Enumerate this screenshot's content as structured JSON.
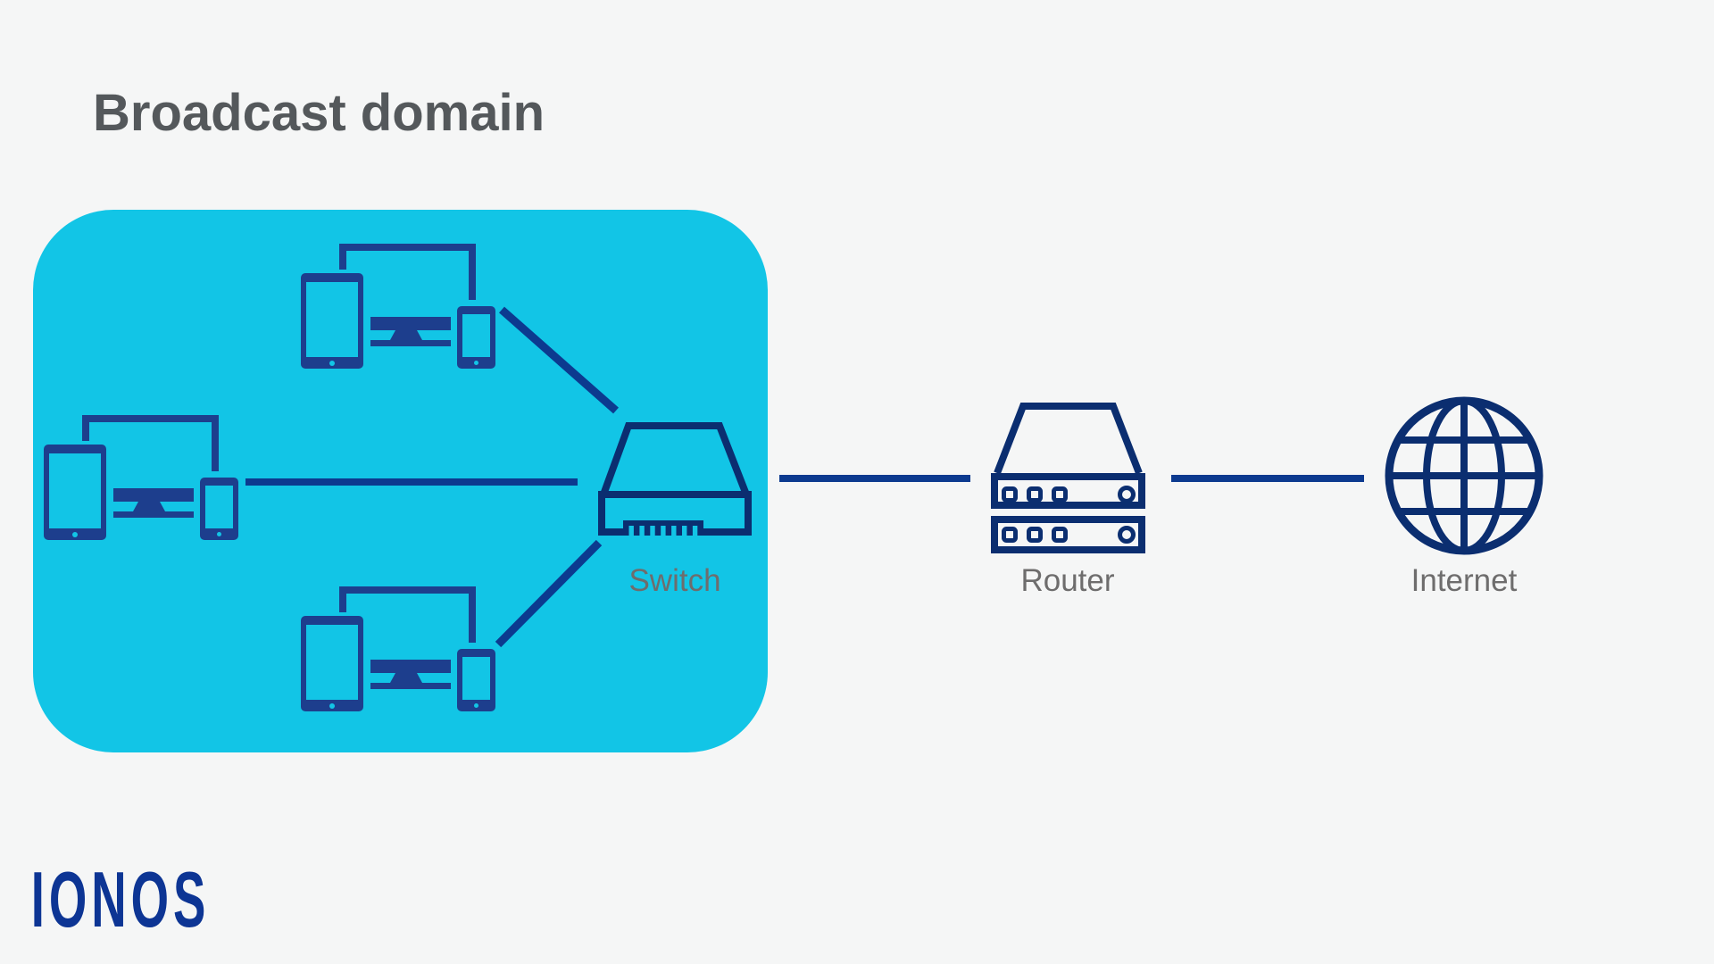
{
  "title": {
    "text": "Broadcast domain",
    "color": "#54585b"
  },
  "broadcast_domain_region": {
    "shape": "rounded-rectangle",
    "fill_color": "#12c5e6",
    "contains": [
      "device-cluster-top",
      "device-cluster-left",
      "device-cluster-bottom",
      "switch"
    ]
  },
  "clusters": [
    {
      "name": "device-cluster-top",
      "devices": [
        "tablet-icon",
        "desktop-monitor-icon",
        "smartphone-icon"
      ]
    },
    {
      "name": "device-cluster-left",
      "devices": [
        "tablet-icon",
        "desktop-monitor-icon",
        "smartphone-icon"
      ]
    },
    {
      "name": "device-cluster-bottom",
      "devices": [
        "tablet-icon",
        "desktop-monitor-icon",
        "smartphone-icon"
      ]
    }
  ],
  "nodes": {
    "switch": {
      "label": "Switch",
      "icon": "network-switch-icon"
    },
    "router": {
      "label": "Router",
      "icon": "router-icon"
    },
    "internet": {
      "label": "Internet",
      "icon": "globe-icon"
    }
  },
  "connections": [
    {
      "from": "device-cluster-top",
      "to": "switch"
    },
    {
      "from": "device-cluster-left",
      "to": "switch"
    },
    {
      "from": "device-cluster-bottom",
      "to": "switch"
    },
    {
      "from": "switch",
      "to": "router"
    },
    {
      "from": "router",
      "to": "internet"
    }
  ],
  "logo": {
    "text": "IONOS",
    "color": "#0d3594"
  },
  "colors": {
    "background": "#f5f6f6",
    "domain_fill": "#12c5e6",
    "device_navy": "#1d3e8d",
    "icon_outline_navy": "#0b2e70",
    "connection_blue": "#0c3a8f",
    "label_gray": "#6e6d6d",
    "title_gray": "#54585b"
  }
}
